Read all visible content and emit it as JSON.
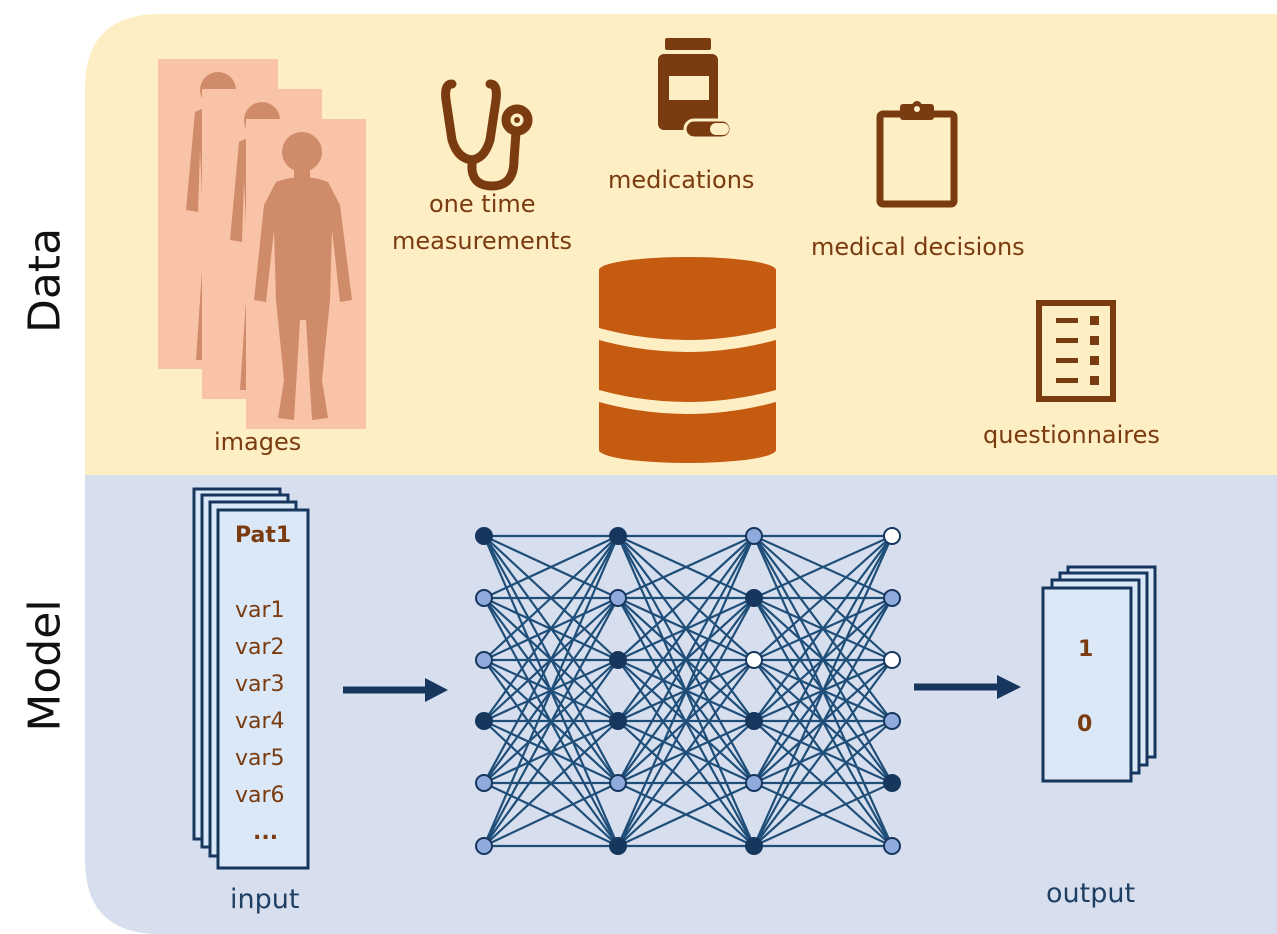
{
  "side_labels": {
    "data": "Data",
    "model": "Model"
  },
  "data_section": {
    "images": "images",
    "one_time_1": "one time",
    "one_time_2": "measurements",
    "medications": "medications",
    "medical_decisions": "medical decisions",
    "questionnaires": "questionnaires"
  },
  "model_section": {
    "patient": "Pat1",
    "vars": [
      "var1",
      "var2",
      "var3",
      "var4",
      "var5",
      "var6",
      "..."
    ],
    "input": "input",
    "output": "output",
    "outputs": [
      "1",
      "0"
    ]
  },
  "network": {
    "layers": [
      [
        "dark",
        "light",
        "light",
        "dark",
        "light",
        "light"
      ],
      [
        "dark",
        "light",
        "dark",
        "dark",
        "light",
        "dark"
      ],
      [
        "light",
        "dark",
        "white",
        "dark",
        "light",
        "dark"
      ],
      [
        "white",
        "light",
        "white",
        "light",
        "dark",
        "light"
      ]
    ]
  },
  "colors": {
    "data_bg": "#fdeec3",
    "model_bg": "#d7dfef",
    "brown": "#7a3b10",
    "orange": "#c55a11",
    "navy": "#1f3f63",
    "net_dark": "#17365d",
    "net_light": "#8faadc"
  }
}
